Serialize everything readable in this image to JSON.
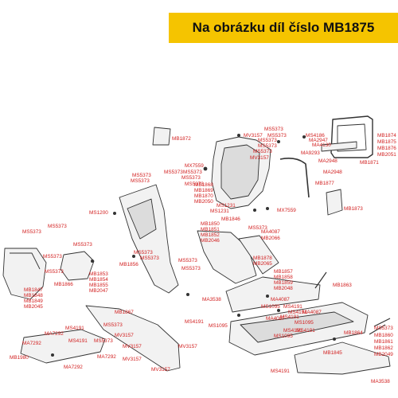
{
  "title": "Na obrázku díl číslo MB1875",
  "colors": {
    "label": "#d21f1f",
    "banner": "#f5c400",
    "line": "#333333",
    "part": "#f2f2f2",
    "bolt": "#333333"
  },
  "labels": [
    {
      "text": "MS5373"
    },
    {
      "text": "MS5373"
    },
    {
      "text": "MS4186"
    },
    {
      "text": "MA2947"
    },
    {
      "text": "MA4130"
    },
    {
      "text": "MV3157"
    },
    {
      "text": "MS5373"
    },
    {
      "text": "MS5373"
    },
    {
      "text": "MS5373"
    },
    {
      "text": "MV3157"
    },
    {
      "text": "MA9293"
    },
    {
      "text": "MB1874"
    },
    {
      "text": "MB1875"
    },
    {
      "text": "MB1876"
    },
    {
      "text": "MB2051"
    },
    {
      "text": "MB1871"
    },
    {
      "text": "MB1872"
    },
    {
      "text": "MA2948"
    },
    {
      "text": "MA2948"
    },
    {
      "text": "MB1877"
    },
    {
      "text": "MX7559"
    },
    {
      "text": "MS5373"
    },
    {
      "text": "MS5373"
    },
    {
      "text": "MS5373"
    },
    {
      "text": "MS5373"
    },
    {
      "text": "MS5373"
    },
    {
      "text": "MS5373"
    },
    {
      "text": "MB1868"
    },
    {
      "text": "MB1869"
    },
    {
      "text": "MB1870"
    },
    {
      "text": "MB2050"
    },
    {
      "text": "MS1231"
    },
    {
      "text": "MS1231"
    },
    {
      "text": "MX7559"
    },
    {
      "text": "MB1873"
    },
    {
      "text": "MS1200"
    },
    {
      "text": "MB1846"
    },
    {
      "text": "MB1850"
    },
    {
      "text": "MB1851"
    },
    {
      "text": "MB1852"
    },
    {
      "text": "MB2046"
    },
    {
      "text": "MS5373"
    },
    {
      "text": "MA4087"
    },
    {
      "text": "MB2066"
    },
    {
      "text": "MS5373"
    },
    {
      "text": "MS5373"
    },
    {
      "text": "MS5373"
    },
    {
      "text": "MS5373"
    },
    {
      "text": "MB1856"
    },
    {
      "text": "MS5373"
    },
    {
      "text": "MS5373"
    },
    {
      "text": "MS5373"
    },
    {
      "text": "MS5373"
    },
    {
      "text": "MB1878"
    },
    {
      "text": "MB2065"
    },
    {
      "text": "MS5373"
    },
    {
      "text": "MB1853"
    },
    {
      "text": "MB1854"
    },
    {
      "text": "MB1855"
    },
    {
      "text": "MB2047"
    },
    {
      "text": "MB1866"
    },
    {
      "text": "MB1857"
    },
    {
      "text": "MB1858"
    },
    {
      "text": "MB1859"
    },
    {
      "text": "MB2048"
    },
    {
      "text": "MB1863"
    },
    {
      "text": "MB1847"
    },
    {
      "text": "MB1848"
    },
    {
      "text": "MB1849"
    },
    {
      "text": "MB2045"
    },
    {
      "text": "MA3538"
    },
    {
      "text": "MA4087"
    },
    {
      "text": "MS1095"
    },
    {
      "text": "MB1867"
    },
    {
      "text": "MS4191"
    },
    {
      "text": "MA4087"
    },
    {
      "text": "MS4191"
    },
    {
      "text": "MA4087"
    },
    {
      "text": "MS5373"
    },
    {
      "text": "MV3157"
    },
    {
      "text": "MS4191"
    },
    {
      "text": "MS1095"
    },
    {
      "text": "MS4191"
    },
    {
      "text": "MS1095"
    },
    {
      "text": "MS4191"
    },
    {
      "text": "MS4191"
    },
    {
      "text": "MS1095"
    },
    {
      "text": "MS4191"
    },
    {
      "text": "MA7292"
    },
    {
      "text": "MS4191"
    },
    {
      "text": "MA7292"
    },
    {
      "text": "MS5373"
    },
    {
      "text": "MV3157"
    },
    {
      "text": "MV3157"
    },
    {
      "text": "MV3157"
    },
    {
      "text": "MV3157"
    },
    {
      "text": "MB1864"
    },
    {
      "text": "MS5373"
    },
    {
      "text": "MB1860"
    },
    {
      "text": "MB1861"
    },
    {
      "text": "MB1862"
    },
    {
      "text": "MB2049"
    },
    {
      "text": "MB1845"
    },
    {
      "text": "MB1980"
    },
    {
      "text": "MA7292"
    },
    {
      "text": "MA7292"
    },
    {
      "text": "MS4191"
    },
    {
      "text": "MA3538"
    }
  ]
}
